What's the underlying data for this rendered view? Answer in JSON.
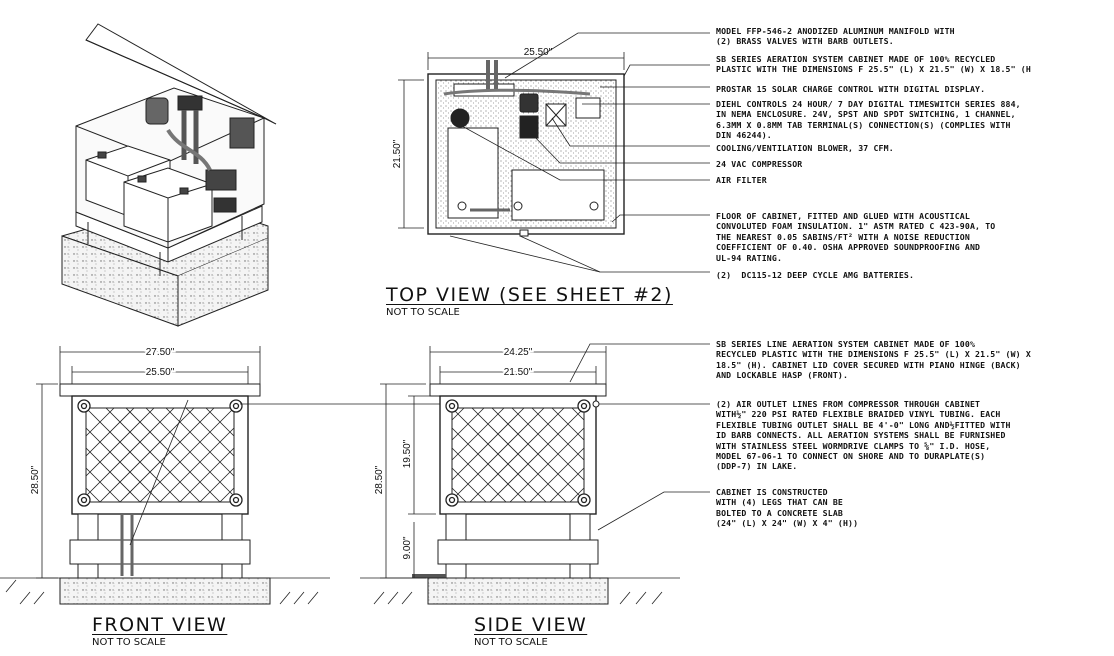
{
  "notes": [
    "MODEL FFP-546-2 ANODIZED ALUMINUM MANIFOLD WITH\n(2) BRASS VALVES WITH BARB OUTLETS.",
    "SB SERIES AERATION SYSTEM CABINET MADE OF 100% RECYCLED\nPLASTIC WITH THE DIMENSIONS F 25.5\" (L) X 21.5\" (W) X 18.5\" (H",
    "PROSTAR 15 SOLAR CHARGE CONTROL WITH DIGITAL DISPLAY.",
    "DIEHL CONTROLS 24 HOUR/ 7 DAY DIGITAL TIMESWITCH SERIES 884,\nIN NEMA ENCLOSURE. 24V, SPST AND SPDT SWITCHING, 1 CHANNEL,\n6.3MM X 0.8MM TAB TERMINAL(S) CONNECTION(S) (COMPLIES WITH\nDIN 46244).",
    "COOLING/VENTILATION BLOWER, 37 CFM.",
    "24 VAC COMPRESSOR",
    "AIR FILTER",
    "FLOOR OF CABINET, FITTED AND GLUED WITH ACOUSTICAL\nCONVOLUTED FOAM INSULATION. 1\" ASTM RATED C 423-90A, TO\nTHE NEAREST 0.05 SABINS/FT² WITH A NOISE REDUCTION\nCOEFFICIENT OF 0.40. OSHA APPROVED SOUNDPROOFING AND\nUL-94 RATING.",
    "(2)  DC115-12 DEEP CYCLE AMG BATTERIES.",
    "SB SERIES LINE AERATION SYSTEM CABINET MADE OF 100%\nRECYCLED PLASTIC WITH THE DIMENSIONS F 25.5\" (L) X 21.5\" (W) X\n18.5\" (H). CABINET LID COVER SECURED WITH PIANO HINGE (BACK)\nAND LOCKABLE HASP (FRONT).",
    "(2) AIR OUTLET LINES FROM COMPRESSOR THROUGH CABINET\nWITH½\" 220 PSI RATED FLEXIBLE BRAIDED VINYL TUBING. EACH\nFLEXIBLE TUBING OUTLET SHALL BE 4'-0\" LONG AND½FITTED WITH\nID BARB CONNECTS. ALL AERATION SYSTEMS SHALL BE FURNISHED\nWITH STAINLESS STEEL WORMDRIVE CLAMPS TO ⅝\" I.D. HOSE,\nMODEL 67-06-1 TO CONNECT ON SHORE AND TO DURAPLATE(S)\n(DDP-7) IN LAKE.",
    "CABINET IS CONSTRUCTED\nWITH (4) LEGS THAT CAN BE\nBOLTED TO A CONCRETE SLAB\n(24\" (L) X 24\" (W) X 4\" (H))"
  ],
  "top_view": {
    "title": "TOP VIEW (SEE SHEET #2)",
    "subtitle": "NOT TO SCALE",
    "dim_width": "25.50\"",
    "dim_height": "21.50\""
  },
  "front_view": {
    "title": "FRONT VIEW",
    "subtitle": "NOT TO SCALE",
    "dim_outer": "27.50\"",
    "dim_inner": "25.50\"",
    "dim_height": "28.50\""
  },
  "side_view": {
    "title": "SIDE VIEW",
    "subtitle": "NOT TO SCALE",
    "dim_outer": "24.25\"",
    "dim_inner": "21.50\"",
    "dim_height": "28.50\"",
    "dim_cabinet": "19.50\"",
    "dim_legs": "9.00\""
  }
}
